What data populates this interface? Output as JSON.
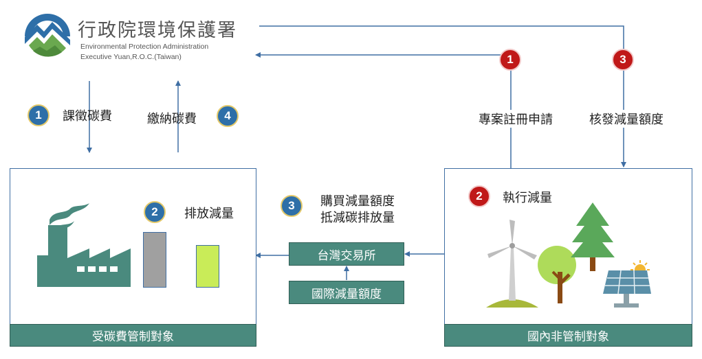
{
  "header": {
    "org_name": "行政院環境保護署",
    "org_name_en_1": "Environmental Protection Administration",
    "org_name_en_2": "Executive Yuan,R.O.C.(Taiwan)"
  },
  "steps": {
    "levy_num": "1",
    "levy_label": "課徵碳費",
    "pay_num": "4",
    "pay_label": "繳納碳費",
    "reg_num": "1",
    "reg_label": "專案註冊申請",
    "approve_num": "3",
    "approve_label": "核發減量額度",
    "emission_num": "2",
    "emission_label": "排放減量",
    "buy_num": "3",
    "buy_label_1": "購買減量額度",
    "buy_label_2": "抵減碳排放量",
    "exec_num": "2",
    "exec_label": "執行減量"
  },
  "nodes": {
    "exchange": "台灣交易所",
    "intl": "國際減量額度",
    "left_footer": "受碳費管制對象",
    "right_footer": "國內非管制對象"
  },
  "colors": {
    "primary_blue": "#2e6fa8",
    "accent_red": "#c01818",
    "teal": "#4a8a7e",
    "line_blue": "#3f6ea3",
    "gray_bar": "#a0a0a0",
    "lime_bar": "#c9ec58"
  },
  "icons": [
    "epa-logo-icon",
    "factory-icon",
    "wind-turbine-icon",
    "tree-icon",
    "pine-tree-icon",
    "solar-panel-icon",
    "sun-icon"
  ]
}
